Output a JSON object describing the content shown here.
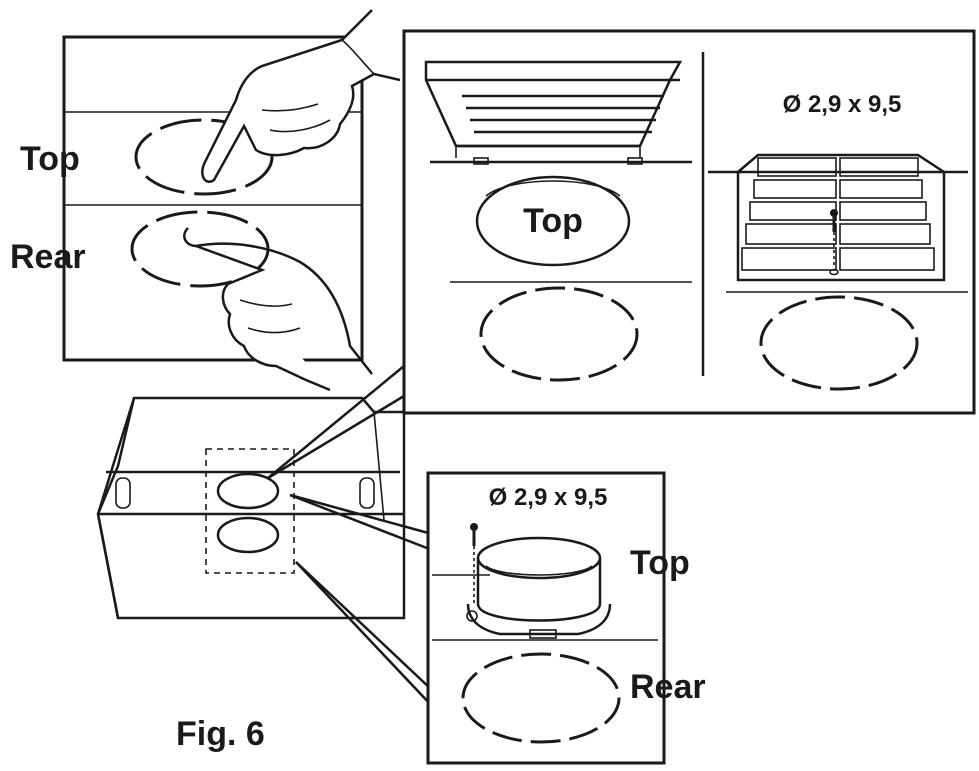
{
  "labels": {
    "top_left": "Top",
    "rear_left": "Rear",
    "top_cover": "Top",
    "screw_spec_upper": "Ø 2,9 x 9,5",
    "screw_spec_lower": "Ø 2,9 x 9,5",
    "top_lower": "Top",
    "rear_lower": "Rear",
    "figure": "Fig. 6"
  }
}
